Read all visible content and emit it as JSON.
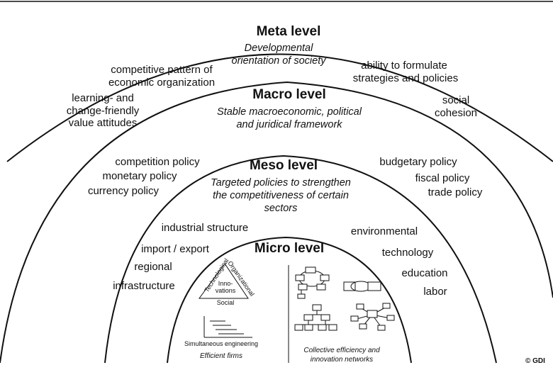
{
  "meta": {
    "heading": "Meta level",
    "subtitle_1": "Developmental",
    "subtitle_2": "orientation of society",
    "left_1": "competitive pattern of",
    "left_2": "economic organization",
    "left_3": "learning- and",
    "left_4": "change-friendly",
    "left_5": "value attitudes",
    "right_1": "ability to formulate",
    "right_2": "strategies and policies",
    "right_3": "social",
    "right_4": "cohesion"
  },
  "macro": {
    "heading": "Macro level",
    "subtitle_1": "Stable macroeconomic, political",
    "subtitle_2": "and juridical framework",
    "left_1": "competition policy",
    "left_2": "monetary policy",
    "left_3": "currency policy",
    "right_1": "budgetary policy",
    "right_2": "fiscal policy",
    "right_3": "trade policy"
  },
  "meso": {
    "heading": "Meso level",
    "subtitle_1": "Targeted policies to strengthen",
    "subtitle_2": "the competitiveness of certain",
    "subtitle_3": "sectors",
    "left_1": "industrial structure",
    "left_2": "import / export",
    "left_3": "regional",
    "left_4": "infrastructure",
    "right_1": "environmental",
    "right_2": "technology",
    "right_3": "education",
    "right_4": "labor"
  },
  "micro": {
    "heading": "Micro level",
    "tri_left": "Technological",
    "tri_right": "Organizational",
    "tri_center_1": "Inno-",
    "tri_center_2": "vations",
    "tri_bottom": "Social",
    "sim_eng": "Simultaneous engineering",
    "efficient": "Efficient firms",
    "collective_1": "Collective efficiency and",
    "collective_2": "innovation networks"
  },
  "copyright": "© GDI"
}
